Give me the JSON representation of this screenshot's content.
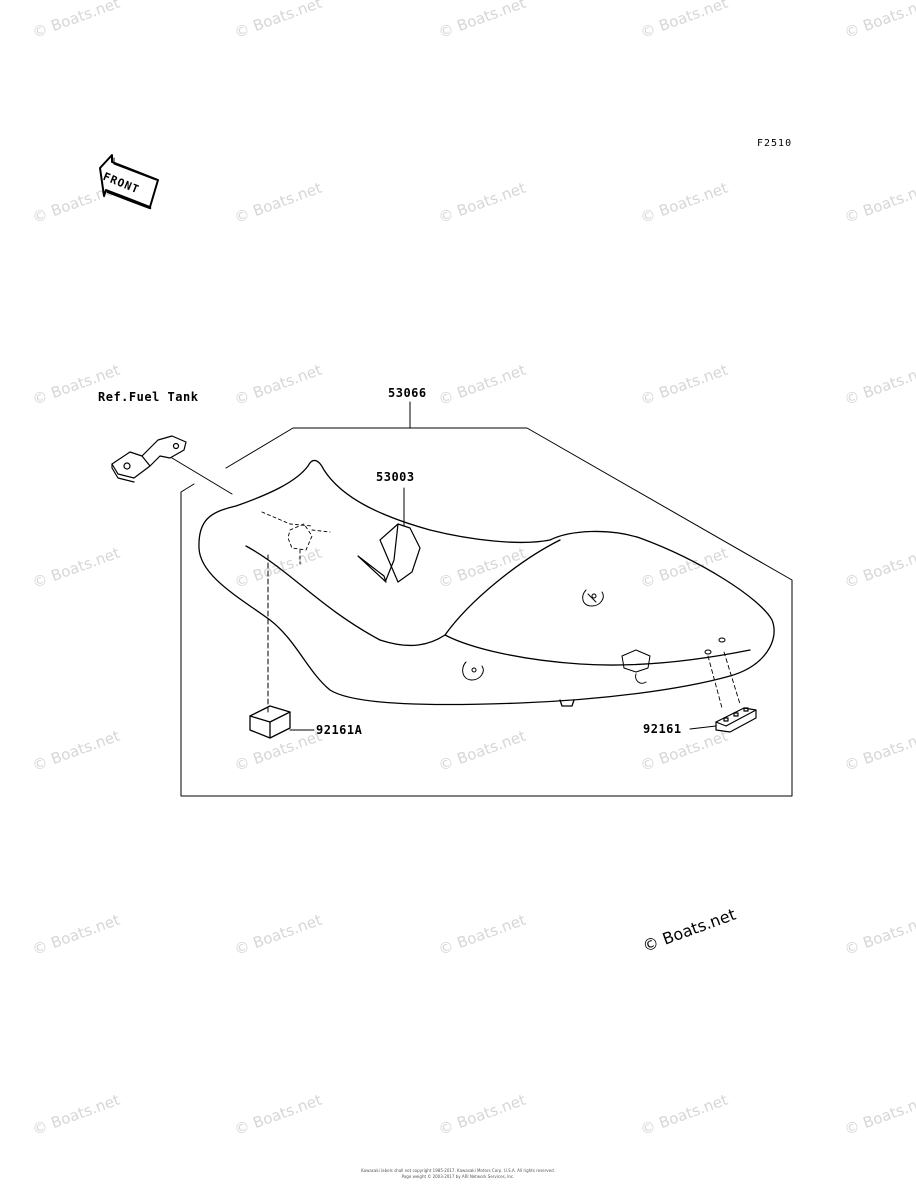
{
  "figure_code": "F2510",
  "front_arrow_text": "FRONT",
  "parts": {
    "assembly": "53066",
    "cover": "53003",
    "damper_a": "92161A",
    "damper": "92161",
    "ref_label": "Ref.Fuel Tank"
  },
  "watermark_text": "© Boats.net",
  "featured_watermark_text": "© Boats.net",
  "footer": {
    "line1": "Kawasaki labels shall not copyright 1985-2017. Kawasaki Motors Corp. U.S.A. All rights reserved.",
    "line2": "Page weight © 2003-2017 by ARI Network Services, Inc."
  }
}
